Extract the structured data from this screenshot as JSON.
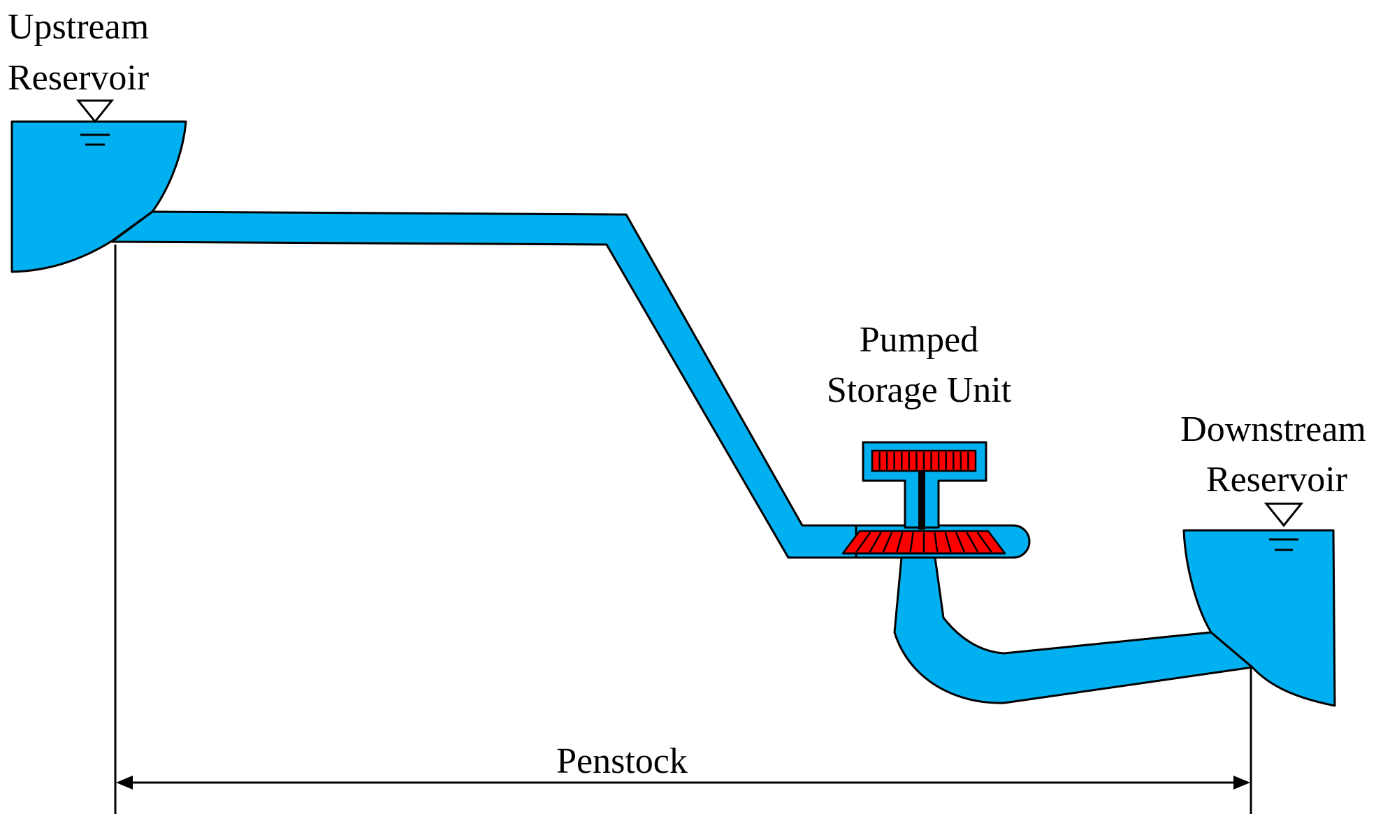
{
  "labels": {
    "upstream_line1": "Upstream",
    "upstream_line2": "Reservoir",
    "unit_line1": "Pumped",
    "unit_line2": "Storage Unit",
    "downstream_line1": "Downstream",
    "downstream_line2": "Reservoir",
    "penstock": "Penstock"
  },
  "colors": {
    "water": "#00B0F0",
    "unit_red": "#FF0000",
    "outline": "#000000"
  }
}
